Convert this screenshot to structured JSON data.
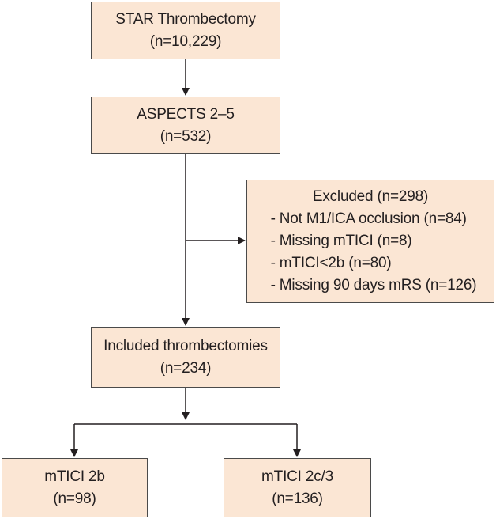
{
  "boxes": {
    "star": {
      "title": "STAR Thrombectomy",
      "count": "(n=10,229)"
    },
    "aspects": {
      "title": "ASPECTS 2–5",
      "count": "(n=532)"
    },
    "excluded": {
      "title": "Excluded (n=298)",
      "items": [
        "- Not M1/ICA occlusion (n=84)",
        "- Missing mTICI (n=8)",
        "- mTICI<2b (n=80)",
        "- Missing 90 days mRS (n=126)"
      ]
    },
    "included": {
      "title": "Included thrombectomies",
      "count": "(n=234)"
    },
    "mtici2b": {
      "title": "mTICI 2b",
      "count": "(n=98)"
    },
    "mtici2c3": {
      "title": "mTICI 2c/3",
      "count": "(n=136)"
    }
  },
  "colors": {
    "box_fill": "#fbe6d4",
    "box_border": "#4a4a4a",
    "connector": "#231f20"
  }
}
